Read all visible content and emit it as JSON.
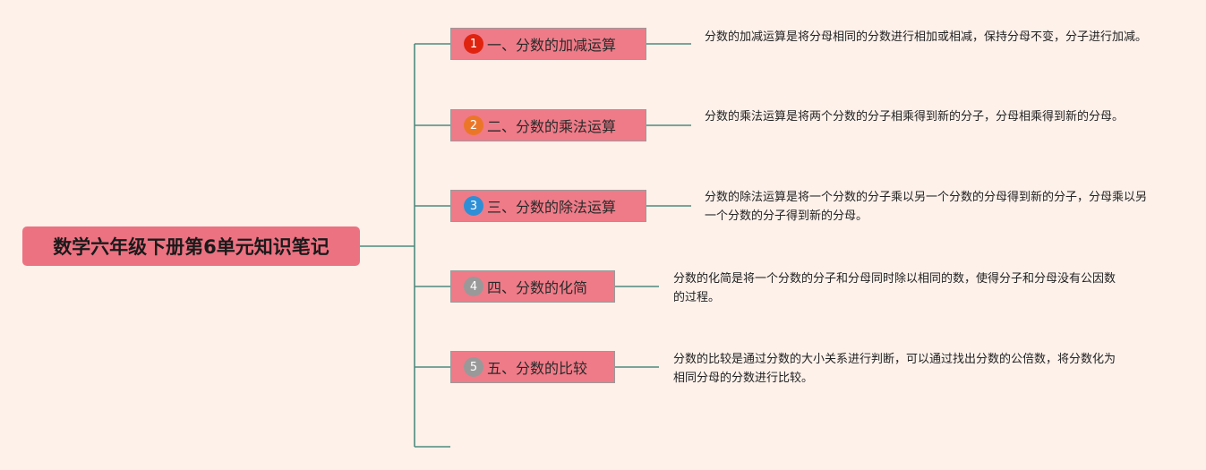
{
  "root": {
    "title": "数学六年级下册第6单元知识笔记"
  },
  "branches": [
    {
      "number": "1",
      "badge_color": "#e0230f",
      "label": "一、分数的加减运算",
      "note": "分数的加减运算是将分母相同的分数进行相加或相减，保持分母不变，分子进行加减。"
    },
    {
      "number": "2",
      "badge_color": "#ec7628",
      "label": "二、分数的乘法运算",
      "note": "分数的乘法运算是将两个分数的分子相乘得到新的分子，分母相乘得到新的分母。"
    },
    {
      "number": "3",
      "badge_color": "#2f8fd6",
      "label": "三、分数的除法运算",
      "note": "分数的除法运算是将一个分数的分子乘以另一个分数的分母得到新的分子，分母乘以另一个分数的分子得到新的分母。"
    },
    {
      "number": "4",
      "badge_color": "#999999",
      "label": "四、分数的化简",
      "note": "分数的化简是将一个分数的分子和分母同时除以相同的数，使得分子和分母没有公因数的过程。"
    },
    {
      "number": "5",
      "badge_color": "#999999",
      "label": "五、分数的比较",
      "note": "分数的比较是通过分数的大小关系进行判断，可以通过找出分数的公倍数，将分数化为相同分母的分数进行比较。"
    }
  ],
  "colors": {
    "background": "#fdf1ea",
    "node_fill": "#ef7b88",
    "connector": "#4f8a7e"
  }
}
